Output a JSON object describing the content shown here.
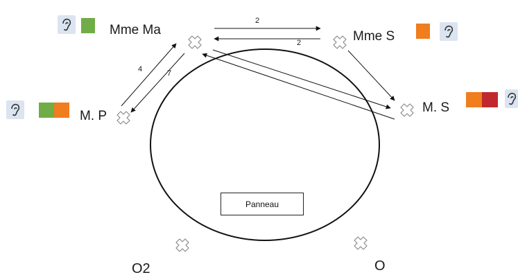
{
  "people": {
    "mme_ma": {
      "name": "Mme Ma",
      "colors": [
        "#71ad47"
      ]
    },
    "mme_s": {
      "name": "Mme S",
      "colors": [
        "#f07d1e"
      ]
    },
    "m_p": {
      "name": "M. P",
      "colors": [
        "#71ad47",
        "#f07d1e"
      ]
    },
    "m_s": {
      "name": "M. S",
      "colors": [
        "#f07d1e",
        "#c0282d"
      ]
    }
  },
  "arrows": {
    "ma_to_s_count": "2",
    "s_to_ma_count": "2",
    "p_to_ma_count": "4",
    "ma_to_p_count": "7"
  },
  "panel": {
    "label": "Panneau"
  },
  "observers": {
    "o2": "O2",
    "o": "O"
  },
  "icons": {
    "ear": "ear-icon",
    "seat": "seat-cross-icon"
  },
  "colors": {
    "ear_bg": "#dbe4f0",
    "line": "#111111",
    "cross": "#8a8a8a"
  }
}
